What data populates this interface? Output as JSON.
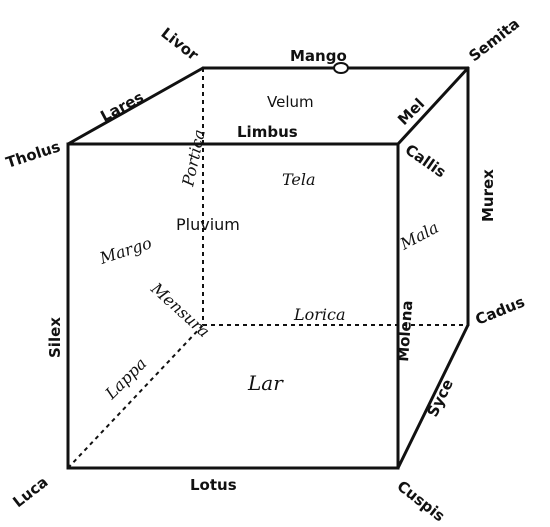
{
  "vertices": {
    "front_top_left": "Tholus",
    "front_top_right": "Callis",
    "front_bottom_left": "Luca",
    "front_bottom_right": "Cuspis",
    "back_top_left": "Livor",
    "back_top_right": "Semita",
    "back_bottom_left": "Mensura",
    "back_bottom_right": "Cadus"
  },
  "edges": {
    "front_top": "Limbus",
    "front_bottom": "Lotus",
    "front_left": "Silex",
    "front_right": "Molena",
    "back_top": "Mango",
    "back_bottom": "Lorica",
    "back_left": "Portica",
    "back_right": "Murex",
    "top_left": "Lares",
    "top_right": "Mel",
    "bottom_left": "Lappa",
    "bottom_right": "Syce"
  },
  "faces": {
    "top": "Velum",
    "front": "Tela",
    "right": "Mala",
    "bottom": "Lar",
    "left": "Margo",
    "center": "Pluvium"
  }
}
